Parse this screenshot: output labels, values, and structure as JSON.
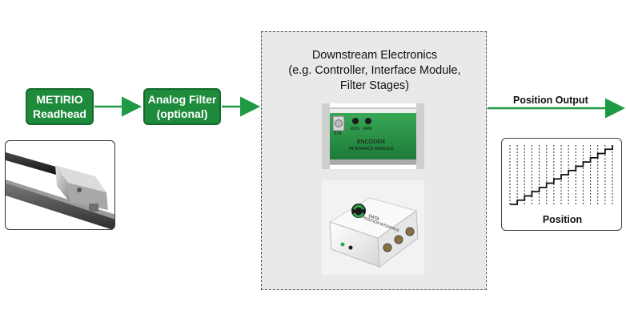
{
  "readhead": {
    "line1": "METIRIO",
    "line2": "Readhead"
  },
  "filter": {
    "line1": "Analog Filter",
    "line2": "(optional)"
  },
  "electronics": {
    "title_line1": "Downstream Electronics",
    "title_line2": "(e.g. Controller, Interface Module,",
    "title_line3": "Filter Stages)"
  },
  "encoder_module": {
    "led_sta": "STA",
    "led_run": "RUN",
    "led_err": "ERR",
    "label_line1": "ENCODER",
    "label_line2": "INTERFACE MODULE"
  },
  "data_interface": {
    "label_line1": "DATA",
    "label_line2": "POSITION INTERFACE"
  },
  "output": {
    "label": "Position Output"
  },
  "position_plot": {
    "label": "Position",
    "steps": 14
  },
  "colors": {
    "green": "#1e8a3c",
    "green_dark": "#166a2d",
    "arrow": "#1e9a45",
    "panel": "#e9e9e9"
  }
}
